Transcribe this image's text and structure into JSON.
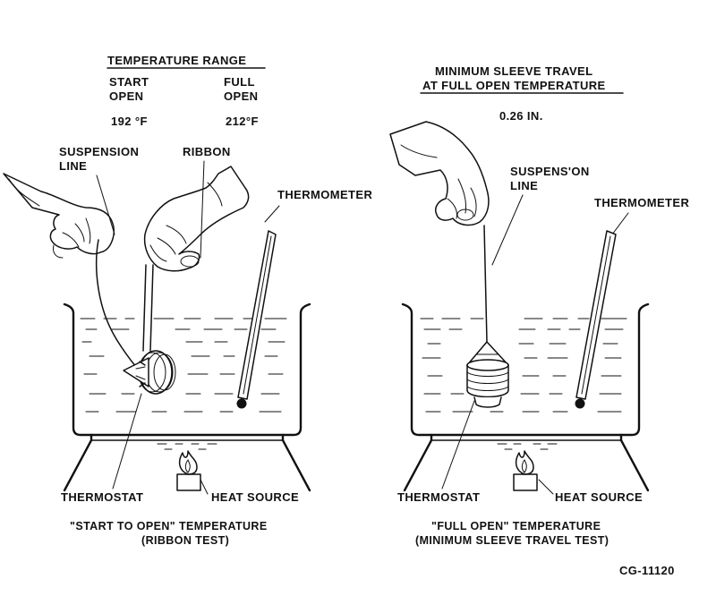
{
  "left_panel": {
    "range_title": "TEMPERATURE RANGE",
    "col1_line1": "START",
    "col1_line2": "OPEN",
    "col2_line1": "FULL",
    "col2_line2": "OPEN",
    "val1": "192 °F",
    "val2": "212°F",
    "suspension_line1": "SUSPENSION",
    "suspension_line2": "LINE",
    "ribbon": "RIBBON",
    "thermometer": "THERMOMETER",
    "thermostat": "THERMOSTAT",
    "heat_source": "HEAT SOURCE",
    "caption1": "\"START TO OPEN\" TEMPERATURE",
    "caption2": "(RIBBON TEST)"
  },
  "right_panel": {
    "title1": "MINIMUM SLEEVE TRAVEL",
    "title2": "AT FULL OPEN TEMPERATURE",
    "value": "0.26 IN.",
    "suspension_line1": "SUSPENS'ON",
    "suspension_line2": "LINE",
    "thermometer": "THERMOMETER",
    "thermostat": "THERMOSTAT",
    "heat_source": "HEAT SOURCE",
    "caption1": "\"FULL OPEN\" TEMPERATURE",
    "caption2": "(MINIMUM SLEEVE TRAVEL TEST)"
  },
  "figure_id": "CG-11120"
}
